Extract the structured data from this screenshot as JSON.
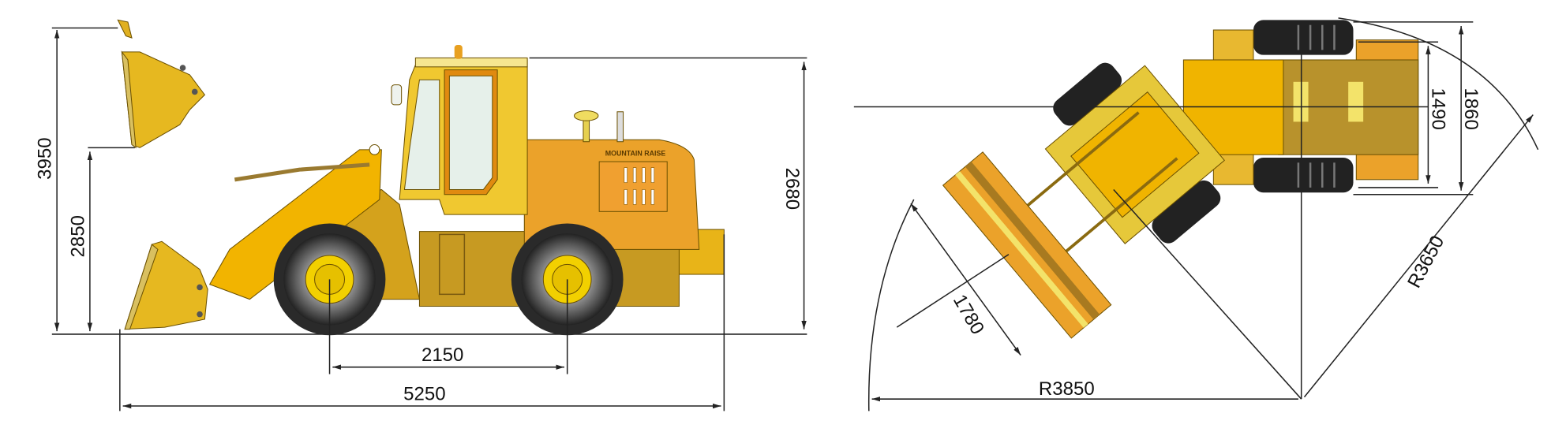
{
  "side_view": {
    "brand_text": "MOUNTAIN RAISE",
    "dimensions": {
      "max_height": "3950",
      "dump_height": "2850",
      "cab_height": "2680",
      "wheelbase": "2150",
      "overall_length": "5250"
    }
  },
  "top_view": {
    "dimensions": {
      "tread": "1490",
      "overall_width": "1860",
      "bucket_width": "1780",
      "outer_turning_radius": "R3650",
      "bucket_turning_radius": "R3850"
    }
  },
  "colors": {
    "body_yellow": "#f0b400",
    "light_yellow": "#f3e36a",
    "orange": "#eba22a",
    "olive": "#b08a2a",
    "tire": "#222222",
    "glass": "#e8f0ea"
  }
}
